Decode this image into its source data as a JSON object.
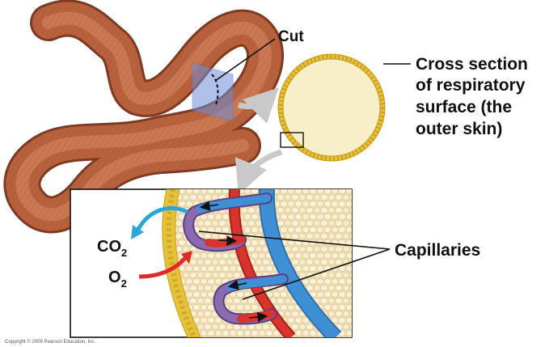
{
  "labels": {
    "cut": "Cut",
    "cross_section_lines": [
      "Cross section",
      "of respiratory",
      "surface (the",
      "outer skin)"
    ],
    "capillaries": "Capillaries",
    "co2_main": "CO",
    "co2_sub": "2",
    "o2_main": "O",
    "o2_sub": "2",
    "copyright": "Copyright © 2009 Pearson Education, Inc."
  },
  "colors": {
    "worm": "#b8613d",
    "worm_highlight": "#d98b66",
    "skin_ring": "#e8c13a",
    "section_fill": "#f8efc8",
    "tissue": "#f1dfb3",
    "artery": "#d8342c",
    "vein": "#3e8fd4",
    "capillary": "#8a6bb0",
    "co2_arrow": "#2aa6d8",
    "o2_arrow": "#e02a2a",
    "cut_plane": "#6f8fd8"
  }
}
